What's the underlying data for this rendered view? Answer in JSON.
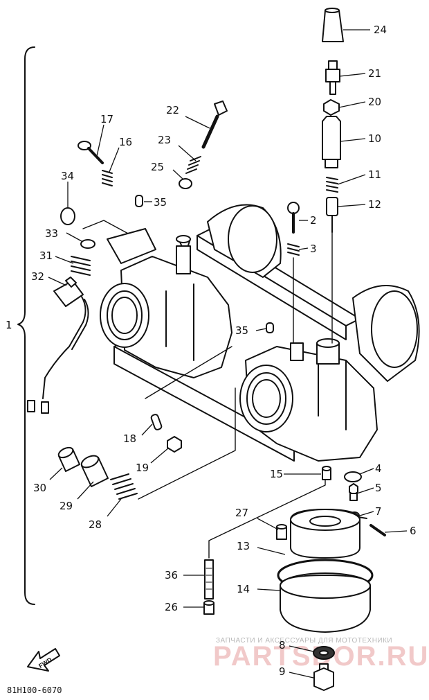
{
  "diagram_code": "81H100-6070",
  "watermark": {
    "top": "ЗАПЧАСТИ И АКСЕССУАРЫ ДЛЯ МОТОТЕХНИКИ",
    "main": "PARTSDOR.RU"
  },
  "fwd_label": "FWD",
  "assembly_label": "1",
  "callouts": {
    "p2": "2",
    "p3": "3",
    "p4": "4",
    "p5": "5",
    "p6": "6",
    "p7": "7",
    "p8": "8",
    "p9": "9",
    "p10": "10",
    "p11": "11",
    "p12": "12",
    "p13": "13",
    "p14": "14",
    "p15": "15",
    "p16": "16",
    "p17": "17",
    "p18": "18",
    "p19": "19",
    "p20": "20",
    "p21": "21",
    "p22": "22",
    "p23": "23",
    "p24": "24",
    "p25": "25",
    "p26": "26",
    "p27": "27",
    "p28": "28",
    "p29": "29",
    "p30": "30",
    "p31": "31",
    "p32": "32",
    "p33": "33",
    "p34": "34",
    "p35a": "35",
    "p35b": "35",
    "p36": "36"
  }
}
